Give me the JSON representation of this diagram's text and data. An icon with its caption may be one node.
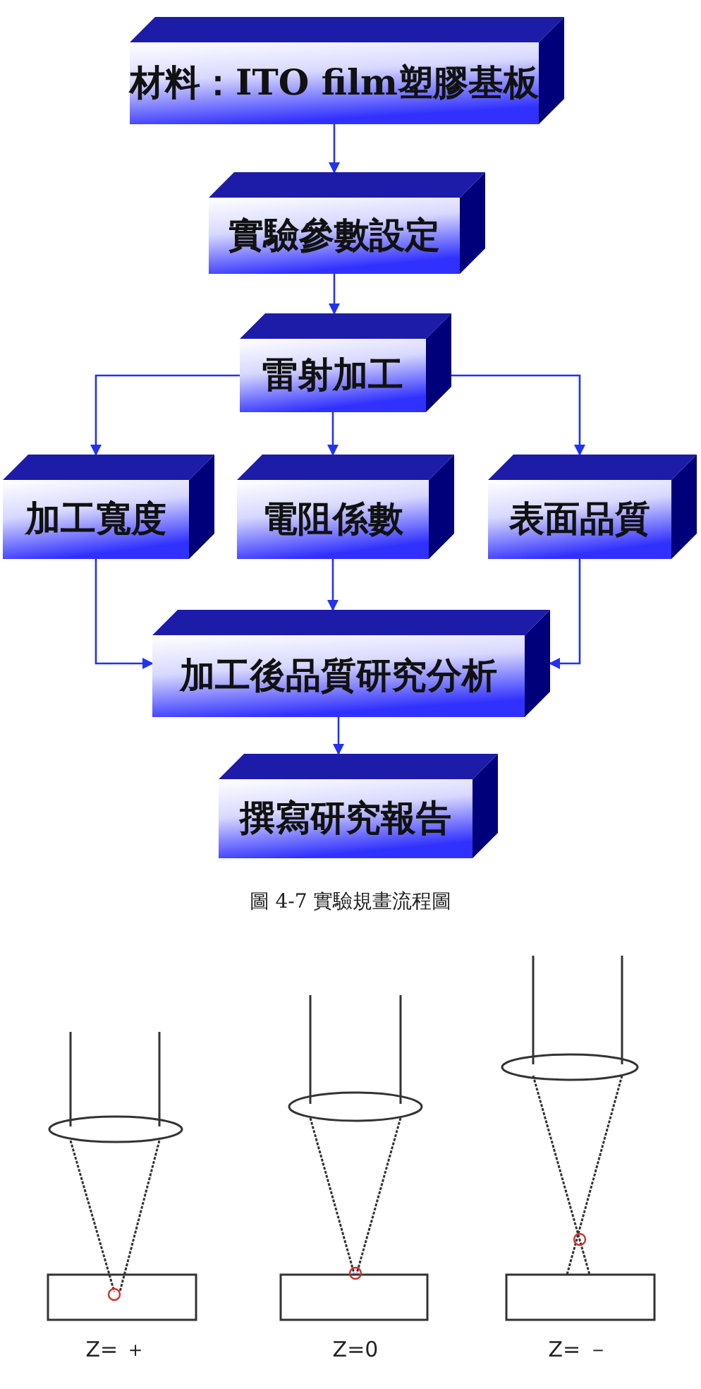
{
  "diagram": {
    "caption": "圖 4-7 實驗規畫流程圖",
    "nodes": [
      {
        "text": [
          "材料：ITO film塑膠基板"
        ]
      },
      {
        "text": [
          "實驗參數設定"
        ]
      },
      {
        "text": [
          "雷射加工"
        ]
      },
      {
        "text": [
          "加工寬度"
        ]
      },
      {
        "text": [
          "電阻係數"
        ]
      },
      {
        "text": [
          "表面品質"
        ]
      },
      {
        "text": [
          "加工後品質研究分析"
        ]
      },
      {
        "text": [
          "撰寫研究報告"
        ]
      }
    ],
    "edges": [
      {
        "from": 0,
        "to": 1,
        "arrow": "to"
      },
      {
        "from": 1,
        "to": 2,
        "arrow": "to"
      },
      {
        "from": 2,
        "to": 3,
        "arrow": "to"
      },
      {
        "from": 2,
        "to": 4,
        "arrow": "to"
      },
      {
        "from": 2,
        "to": 5,
        "arrow": "to"
      },
      {
        "from": 3,
        "to": 6,
        "arrow": "to"
      },
      {
        "from": 4,
        "to": 6,
        "arrow": "to"
      },
      {
        "from": 5,
        "to": 6,
        "arrow": "to"
      },
      {
        "from": 6,
        "to": 7,
        "arrow": "to"
      }
    ],
    "labels": [
      "Z= ＋",
      "Z=0",
      "Z= －"
    ]
  }
}
